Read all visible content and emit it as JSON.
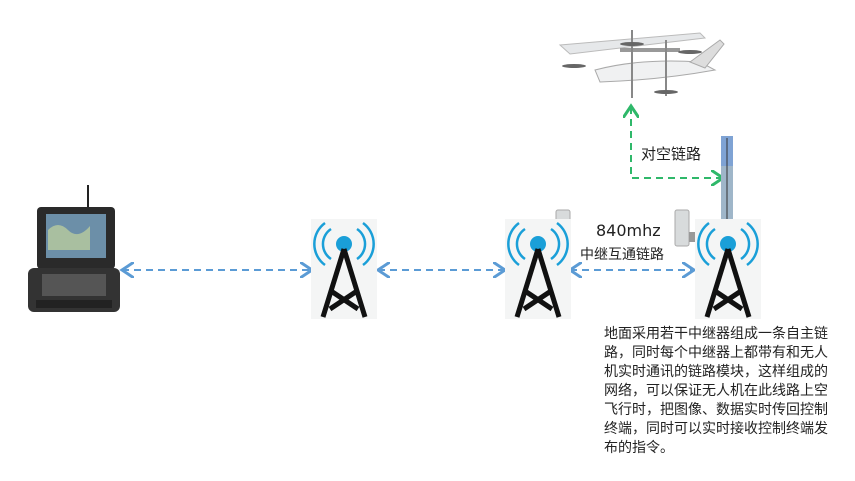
{
  "labels": {
    "air_link": "对空链路",
    "frequency": "840mhz",
    "relay_link": "中继互通链路"
  },
  "description": "地面采用若干中继器组成一条自主链路，同时每个中继器上都带有和无人机实时通讯的链路模块，这样组成的网络，可以保证无人机在此线路上空飞行时，把图像、数据实时传回控制终端，同时可以实时接收控制终端发布的指令。",
  "colors": {
    "blue_link": "#5b9bd5",
    "green_link": "#2fb86a",
    "tower_signal": "#1a9fd8"
  }
}
